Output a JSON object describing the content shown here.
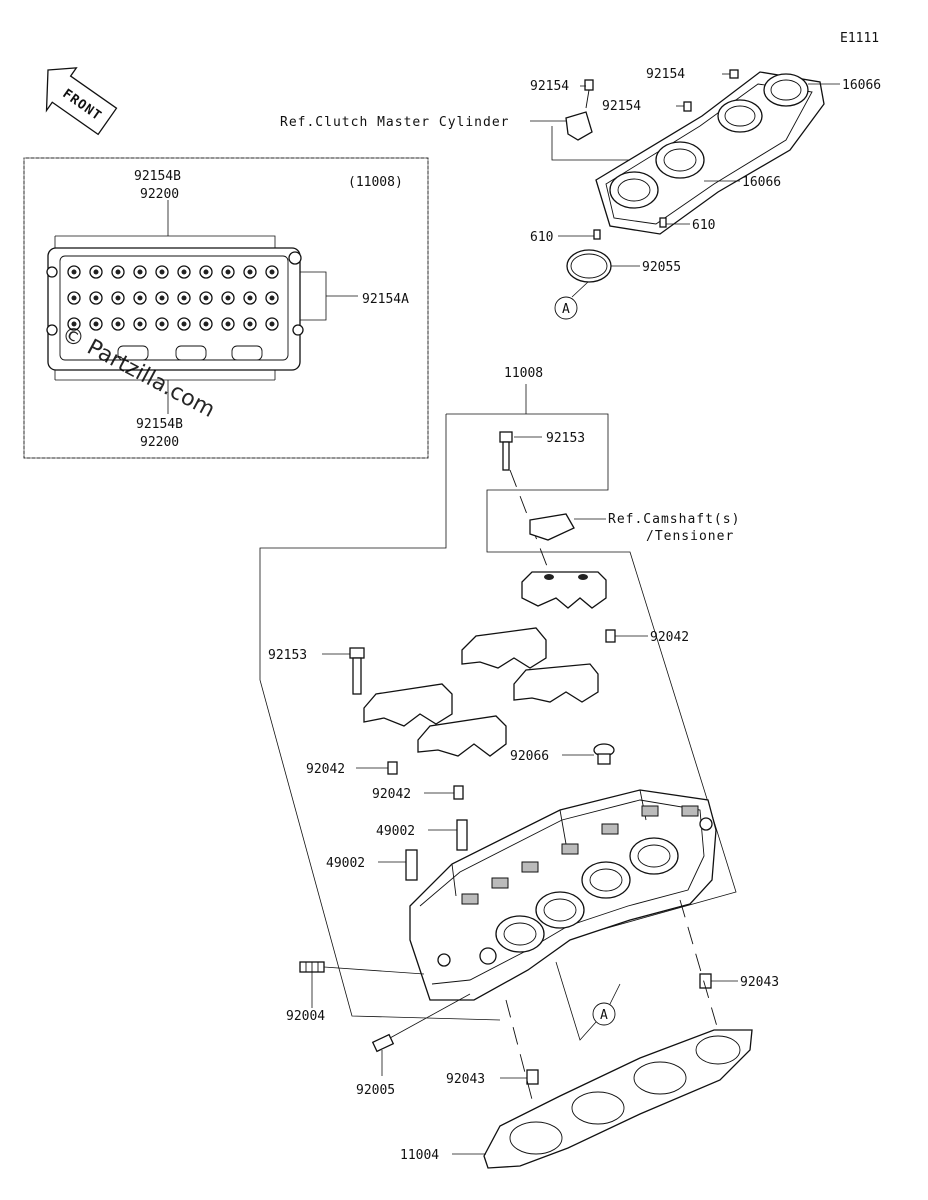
{
  "diagram_code": "E1111",
  "front_label": "FRONT",
  "watermark": "© Partzilla.com",
  "inset": {
    "assembly_no": "(11008)",
    "labels": {
      "top_a": "92154B",
      "top_b": "92200",
      "right": "92154A",
      "bottom_a": "92154B",
      "bottom_b": "92200"
    }
  },
  "refs": {
    "clutch": "Ref.Clutch Master Cylinder",
    "camshaft_1": "Ref.Camshaft(s)",
    "camshaft_2": "/Tensioner"
  },
  "callouts": {
    "a_upper": "A",
    "a_lower": "A"
  },
  "labels": {
    "bolt_top_left": "92154",
    "bolt_top_right": "92154",
    "bolt_mid": "92154",
    "cover_upper": "16066",
    "cover_lower": "16066",
    "pin_left": "610",
    "pin_right": "610",
    "oring": "92055",
    "head_assy": "11008",
    "bolt_cam": "92153",
    "dowel_upper": "92042",
    "bolt_long": "92153",
    "plug": "92066",
    "dowel_left_1": "92042",
    "dowel_left_2": "92042",
    "guide_1": "49002",
    "guide_2": "49002",
    "stud": "92004",
    "dowel_right": "92043",
    "fitting": "92005",
    "dowel_bottom": "92043",
    "gasket": "11004"
  }
}
